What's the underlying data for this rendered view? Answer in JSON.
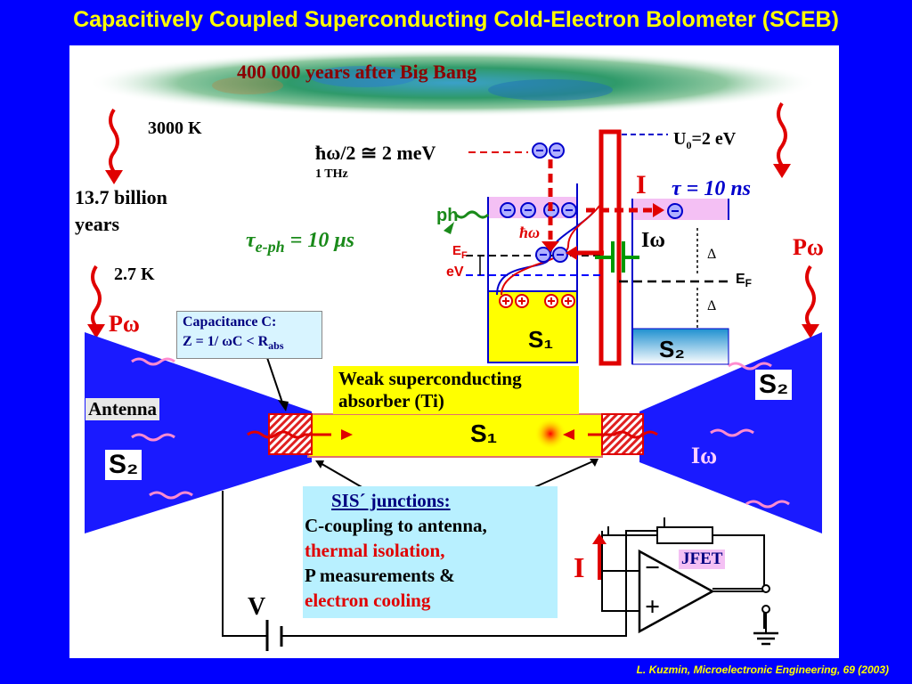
{
  "title": "Capacitively Coupled Superconducting Cold-Electron Bolometer (SCEB)",
  "citation": "L. Kuzmin, Microelectronic Engineering, 69 (2003)",
  "cmb": {
    "text": "400 000 years after  Big Bang",
    "temp_early": "3000 K",
    "age_line1": "13.7 billion",
    "age_line2": "years",
    "temp_now": "2.7 K"
  },
  "energy_diagram": {
    "photon_energy": "ħω/2 ≅ 2 meV",
    "frequency": "1 THz",
    "barrier": "U",
    "barrier_sub": "0",
    "barrier_value": "=2 eV",
    "tau": "τ = 10 ns",
    "current": "I",
    "phonon": "ph",
    "tau_eph": "τ",
    "tau_eph_sub": "e-ph",
    "tau_eph_value": " = 10  μs",
    "hw": "ħω",
    "ef_left": "E",
    "ef_sub": "F",
    "ev": "eV",
    "i_omega": "Iω",
    "delta_top": "Δ",
    "delta_bottom": "Δ",
    "ef_right": "E",
    "s1": "S₁",
    "s2": "S₂",
    "p_omega_right": "Pω"
  },
  "device": {
    "p_omega_left": "Pω",
    "capacitance_line1": "Capacitance  C:",
    "capacitance_line2": "Z = 1/ ωC < R",
    "capacitance_sub": "abs",
    "antenna": "Antenna",
    "absorber_line1": "Weak superconducting",
    "absorber_line2": "absorber (Ti)",
    "s1": "S₁",
    "s2_left": "S₂",
    "s2_right": "S₂",
    "i_omega": "Iω"
  },
  "junctions": {
    "heading": "SIS´ junctions:",
    "line1": "C-coupling to antenna,",
    "line2": "thermal isolation,",
    "line3": "P measurements &",
    "line4": "electron cooling"
  },
  "circuit": {
    "v": "V",
    "i": "I",
    "jfet": "JFET",
    "minus": "−",
    "plus": "+"
  },
  "colors": {
    "background": "#0000ff",
    "title": "#ffff00",
    "antenna": "#1a1aff",
    "absorber": "#ffff00",
    "junction_box": "#b8f0ff",
    "s2_band": "#1e9ad6",
    "pink_band": "#f4c0f4"
  }
}
